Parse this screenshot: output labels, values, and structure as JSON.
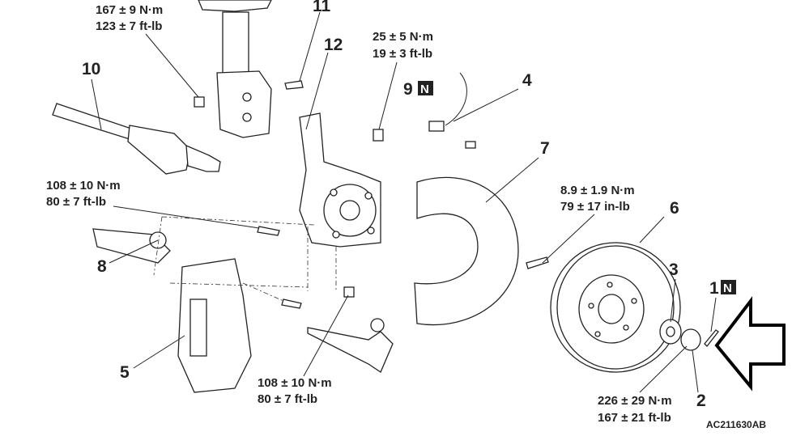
{
  "diagram": {
    "torque_specs": {
      "strut_bolt": {
        "metric": "167 ± 9 N·m",
        "imperial": "123 ± 7 ft-lb"
      },
      "nut_9": {
        "metric": "25 ± 5 N·m",
        "imperial": "19 ± 3 ft-lb"
      },
      "lower_arm": {
        "metric": "108 ± 10 N·m",
        "imperial": "80 ± 7 ft-lb"
      },
      "dust_shield": {
        "metric": "8.9 ± 1.9 N·m",
        "imperial": "79 ± 17 in-lb"
      },
      "tie_rod": {
        "metric": "108 ± 10 N·m",
        "imperial": "80 ± 7 ft-lb"
      },
      "hub_nut": {
        "metric": "226 ± 29 N·m",
        "imperial": "167 ± 21 ft-lb"
      }
    },
    "callouts": [
      "1",
      "2",
      "3",
      "4",
      "5",
      "6",
      "7",
      "8",
      "9",
      "10",
      "11",
      "12"
    ],
    "new_part_mark": "N",
    "figure_code": "AC211630AB"
  }
}
